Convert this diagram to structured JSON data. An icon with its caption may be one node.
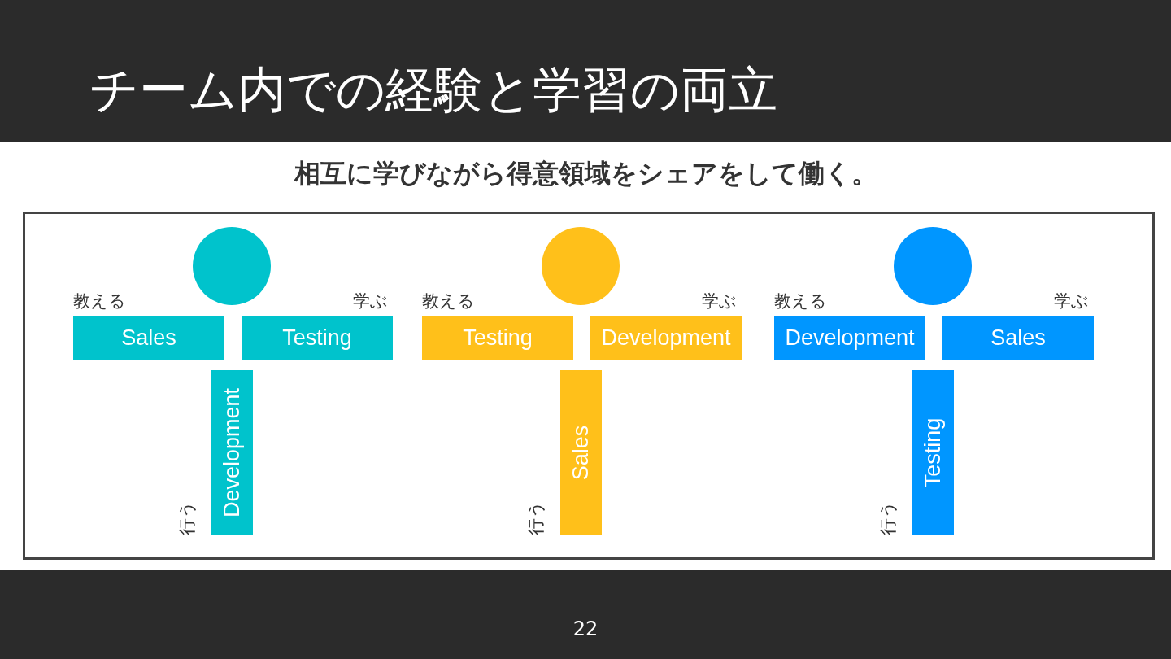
{
  "diagram": {
    "title": "チーム内での経験と学習の両立",
    "nodes": [
      {
        "text": [],
        "shape": "circle"
      },
      {
        "text": [
          "Sales"
        ],
        "beside": [
          "教える"
        ]
      },
      {
        "text": [
          "Testing"
        ],
        "beside": [
          "学ぶ"
        ]
      },
      {
        "text": [
          "Development"
        ],
        "beside": [
          "行う"
        ]
      },
      {
        "text": [],
        "shape": "circle"
      },
      {
        "text": [
          "Testing"
        ],
        "beside": [
          "教える"
        ]
      },
      {
        "text": [
          "Development"
        ],
        "beside": [
          "学ぶ"
        ]
      },
      {
        "text": [
          "Sales"
        ],
        "beside": [
          "行う"
        ]
      },
      {
        "text": [],
        "shape": "circle"
      },
      {
        "text": [
          "Development"
        ],
        "beside": [
          "教える"
        ]
      },
      {
        "text": [
          "Sales"
        ],
        "beside": [
          "学ぶ"
        ]
      },
      {
        "text": [
          "Testing"
        ],
        "beside": [
          "行う"
        ]
      }
    ],
    "labels": [
      "相互に学びながら得意領域をシェアをして働く。",
      "22"
    ]
  }
}
